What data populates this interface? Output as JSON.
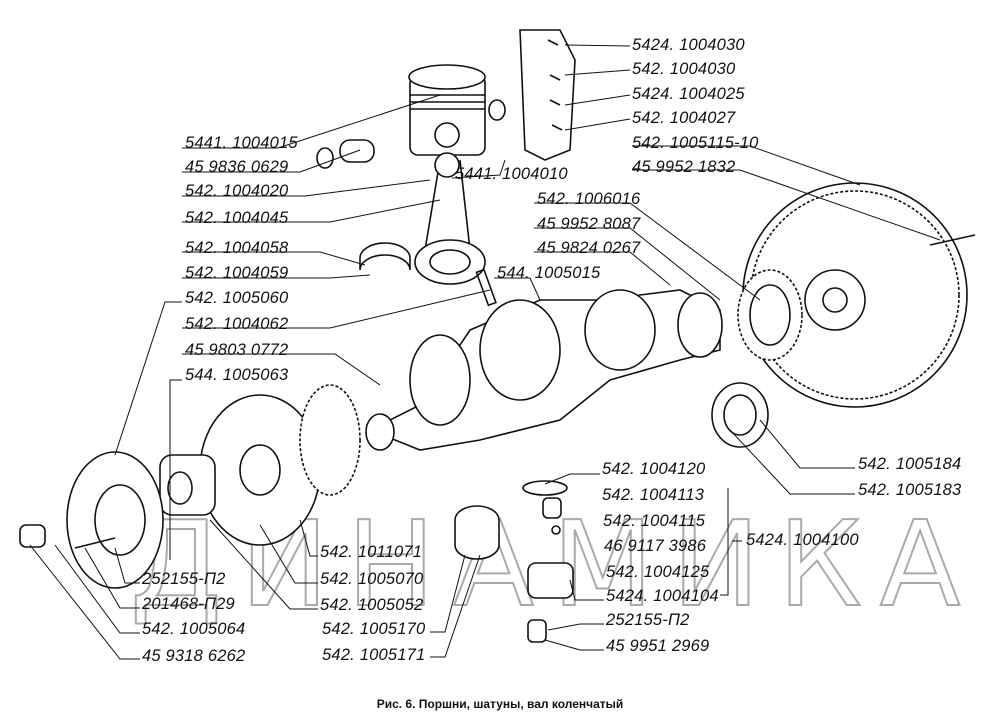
{
  "caption": "Рис. 6. Поршни, шатуны, вал коленчатый",
  "watermark": "ДИНАМИКА 76",
  "labels": [
    "5424. 1004030",
    "542. 1004030",
    "5424. 1004025",
    "542. 1004027",
    "542. 1005115-10",
    "45 9952 1832",
    "5441. 1004015",
    "45 9836 0629",
    "5441. 1004010",
    "542. 1004020",
    "542. 1004045",
    "542. 1006016",
    "45 9952 8087",
    "45 9824 0267",
    "542. 1004058",
    "542. 1004059",
    "544. 1005015",
    "542. 1005060",
    "542. 1004062",
    "45 9803 0772",
    "544. 1005063",
    "542. 1005184",
    "542. 1005183",
    "542. 1004120",
    "542. 1004113",
    "542. 1004115",
    "46 9117 3986",
    "5424. 1004100",
    "542. 1004125",
    "5424. 1004104",
    "252155-П2",
    "45 9951 2969",
    "542. 1011071",
    "542. 1005070",
    "542. 1005052",
    "542. 1005170",
    "542. 1005171",
    "252155-П2",
    "201468-П29",
    "542. 1005064",
    "45 9318 6262"
  ]
}
